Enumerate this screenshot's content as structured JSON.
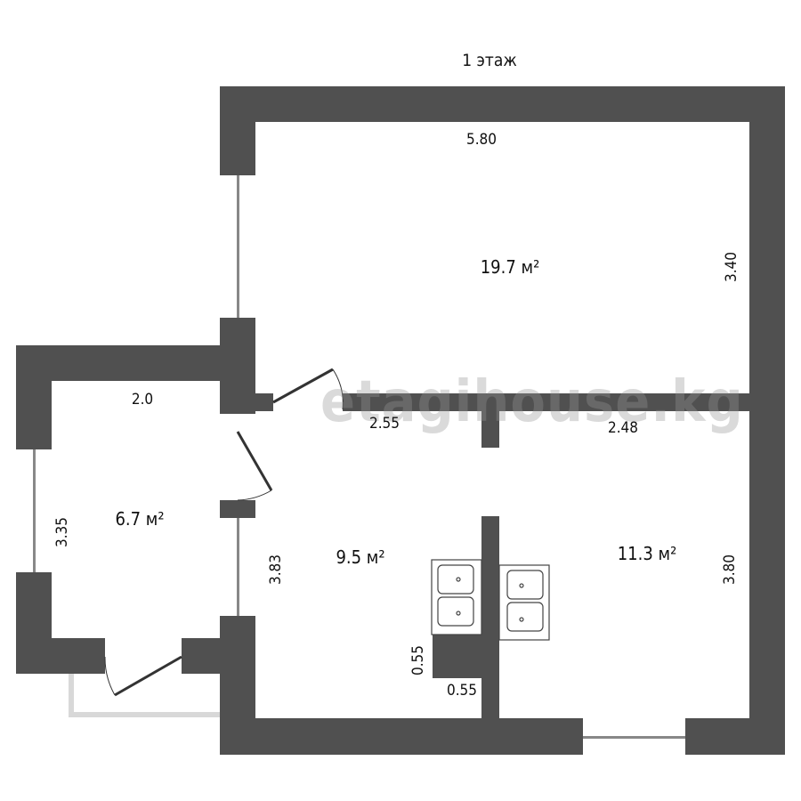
{
  "floor_title": "1 этаж",
  "watermark": "etagihouse.kg",
  "colors": {
    "wall": "#505050",
    "background": "#ffffff",
    "balcony": "#d8d8d8"
  },
  "rooms": [
    {
      "name": "room-large",
      "area": "19.7 м²",
      "width": "5.80",
      "length": "3.40"
    },
    {
      "name": "room-left",
      "area": "6.7 м²",
      "width": "2.0",
      "length": "3.35"
    },
    {
      "name": "room-middle",
      "area": "9.5 м²",
      "width": "2.55",
      "length": "3.83"
    },
    {
      "name": "room-right",
      "area": "11.3 м²",
      "width": "2.48",
      "length": "3.80"
    }
  ],
  "niche": {
    "width": "0.55",
    "depth": "0.55"
  }
}
